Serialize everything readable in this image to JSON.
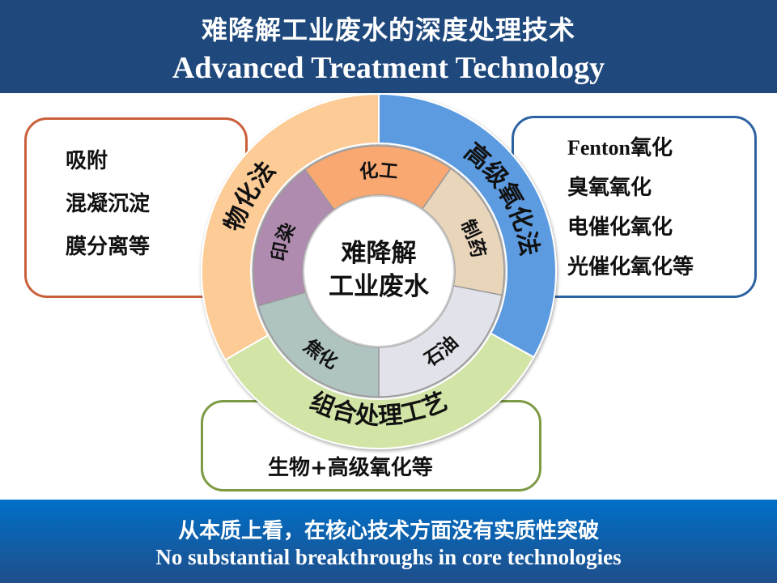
{
  "header": {
    "title_cn": "难降解工业废水的深度处理技术",
    "title_en": "Advanced Treatment Technology"
  },
  "left_box": {
    "items": [
      "吸附",
      "混凝沉淀",
      "膜分离等"
    ]
  },
  "right_box": {
    "items_prefix": "Fenton",
    "items": [
      "氧化",
      "臭氧氧化",
      "电催化氧化",
      "光催化氧化等"
    ]
  },
  "bottom_box": {
    "text": "生物+高级氧化等"
  },
  "center": {
    "line1": "难降解",
    "line2": "工业废水"
  },
  "outer_ring": [
    {
      "label": "物化法",
      "color": "#FCCB96"
    },
    {
      "label": "高级氧化法",
      "color": "#5B9BE0"
    },
    {
      "label": "组合处理工艺",
      "color": "#D2E4A6"
    }
  ],
  "inner_ring": [
    {
      "label": "化工",
      "color": "#F9A872"
    },
    {
      "label": "制药",
      "color": "#E8D5BA"
    },
    {
      "label": "石油",
      "color": "#E2E2EA"
    },
    {
      "label": "焦化",
      "color": "#AFC4C0"
    },
    {
      "label": "印染",
      "color": "#B08BB0"
    }
  ],
  "footer": {
    "conclusion_cn": "从本质上看，在核心技术方面没有实质性突破",
    "conclusion_en": "No substantial breakthroughs in core technologies"
  }
}
